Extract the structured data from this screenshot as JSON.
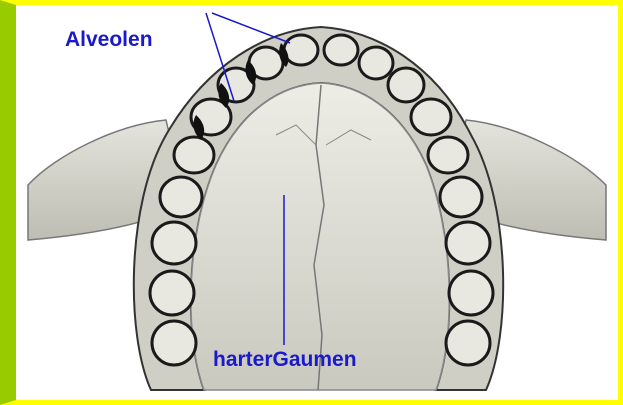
{
  "labels": {
    "alveolen": "Alveolen",
    "harter_gaumen": "harterGaumen"
  },
  "colors": {
    "label_text": "#1a1acc",
    "leader_line": "#1a1acc",
    "border_top_right_bottom": "#ffff00",
    "border_left": "#99cc00",
    "bone": "#d6d6cc",
    "bone_shadow": "#9a9a90",
    "tooth_outline": "#1a1a1a"
  },
  "icons": [
    "upper-jaw-illustration"
  ]
}
